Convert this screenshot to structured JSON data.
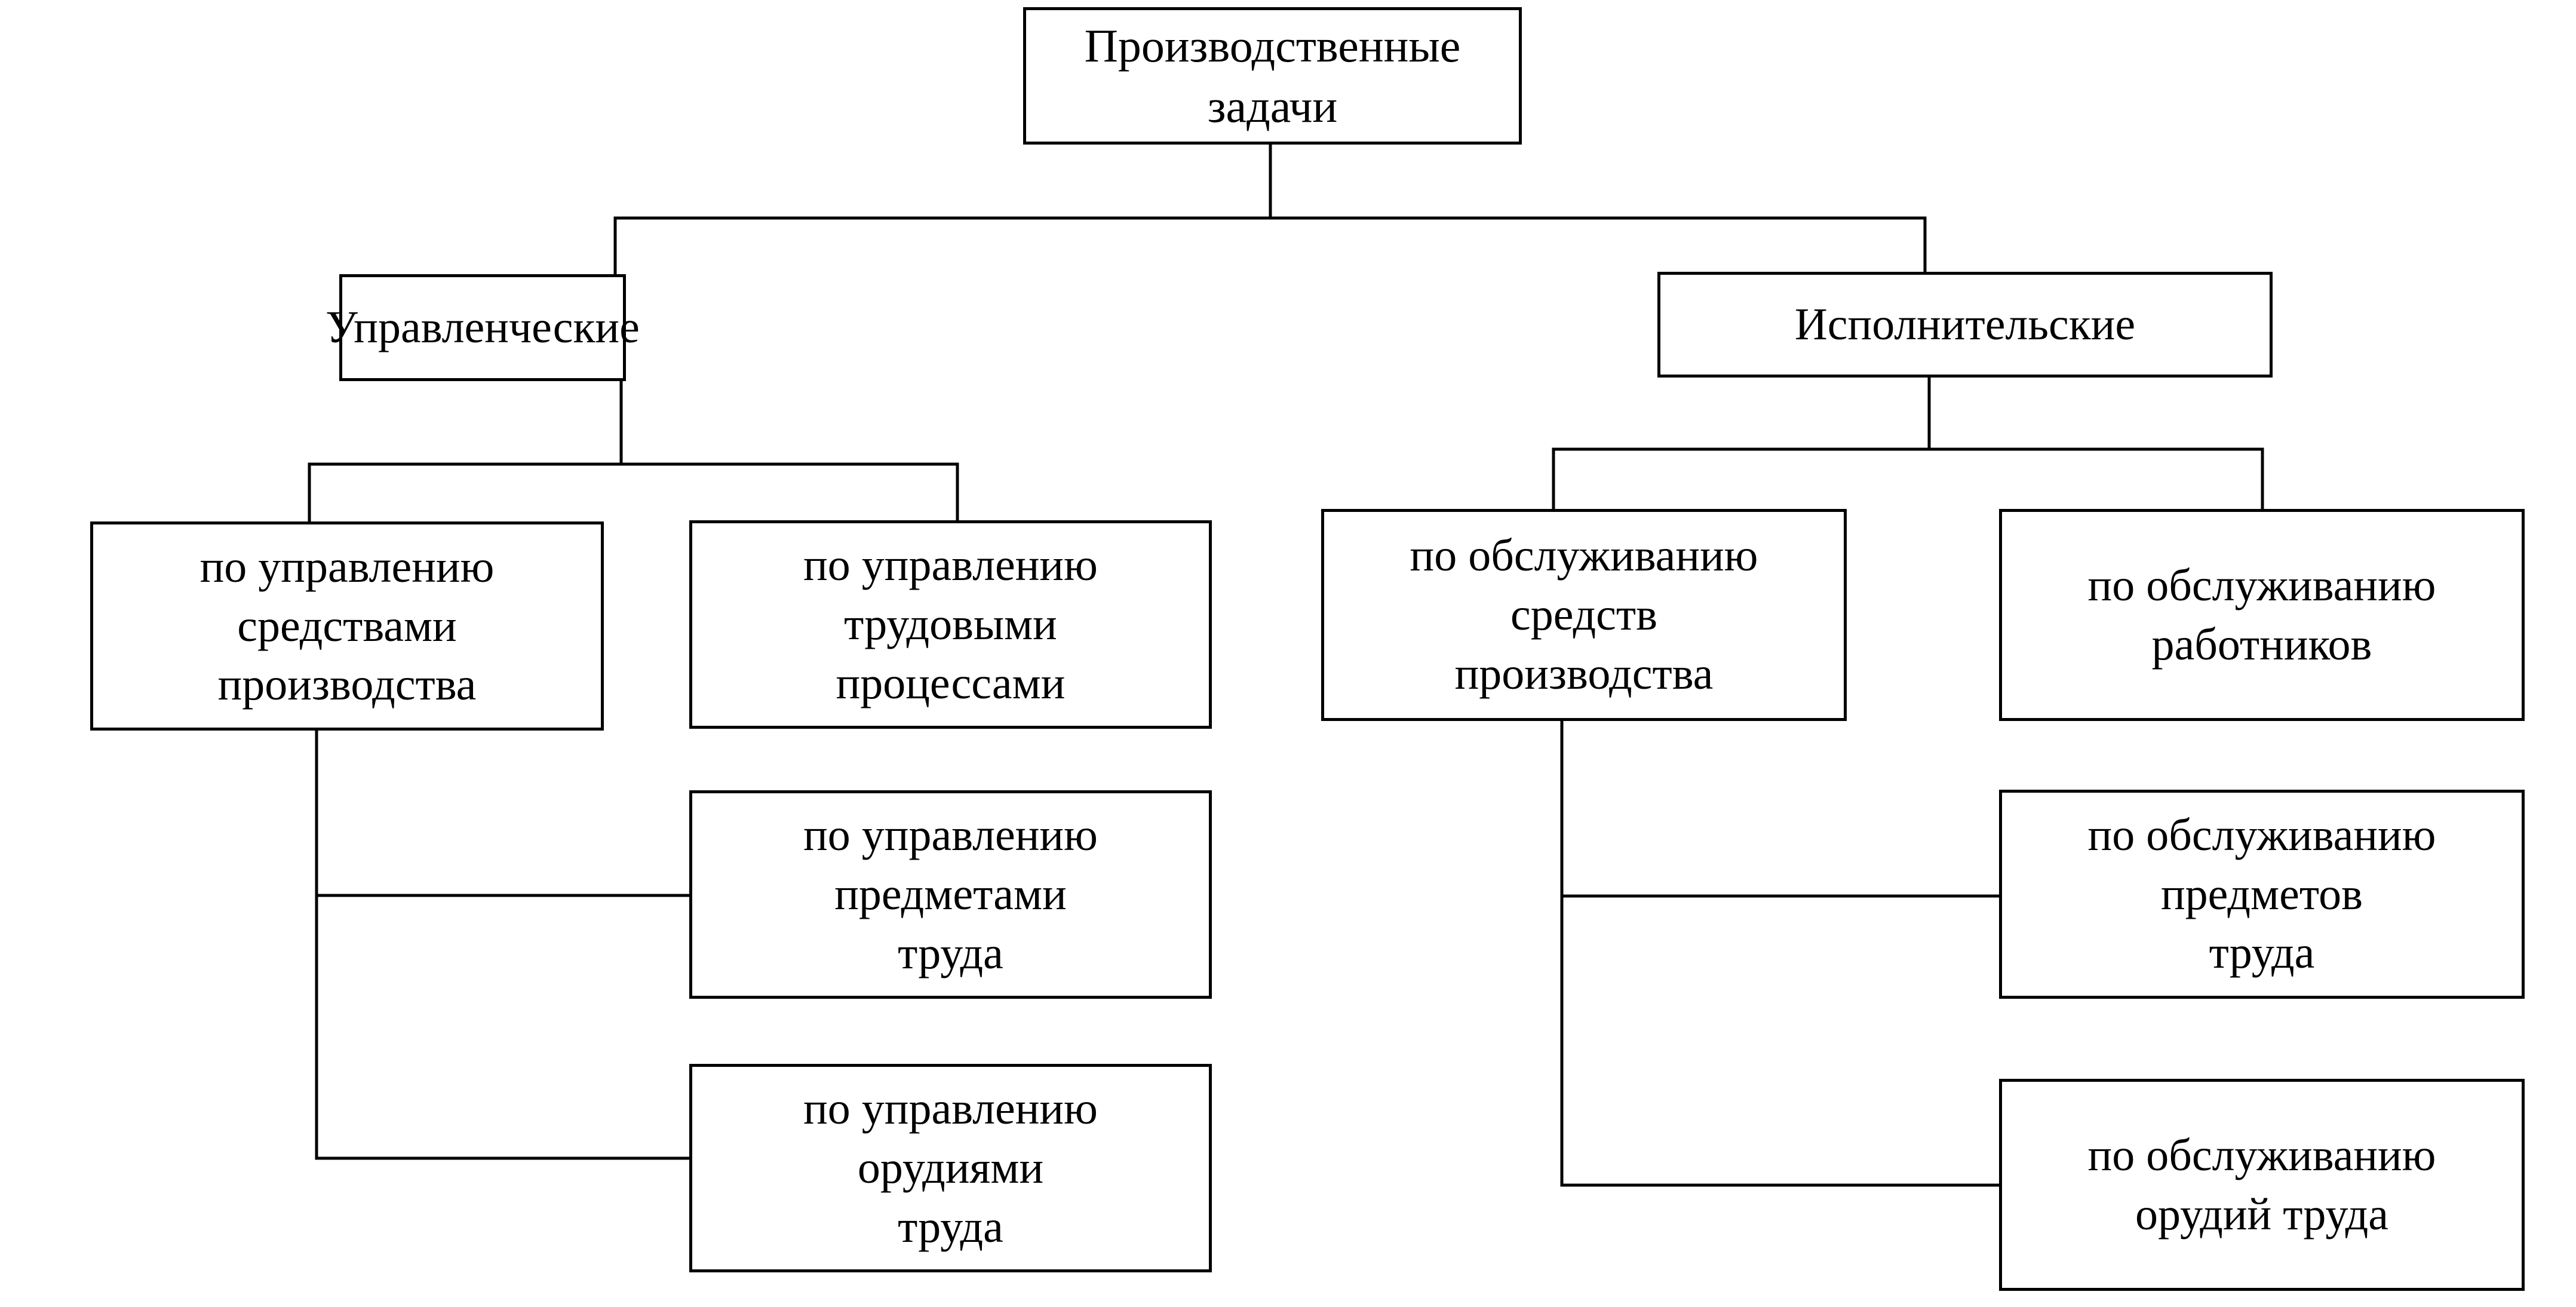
{
  "diagram": {
    "root": {
      "label": "Производственные\nзадачи"
    },
    "branches": [
      {
        "label": "Управленческие",
        "children": [
          {
            "label": "по управлению\nсредствами\nпроизводства"
          },
          {
            "label": "по управлению\nтрудовыми\nпроцессами"
          },
          {
            "label": "по управлению\nпредметами\nтруда"
          },
          {
            "label": "по управлению\nорудиями\nтруда"
          }
        ]
      },
      {
        "label": "Исполнительские",
        "children": [
          {
            "label": "по обслуживанию\nсредств\nпроизводства"
          },
          {
            "label": "по обслуживанию\nработников"
          },
          {
            "label": "по обслуживанию\nпредметов\nтруда"
          },
          {
            "label": "по обслуживанию\nорудий труда"
          }
        ]
      }
    ]
  },
  "colors": {
    "line": "#000000",
    "box_fill": "#ffffff",
    "text": "#000000"
  }
}
